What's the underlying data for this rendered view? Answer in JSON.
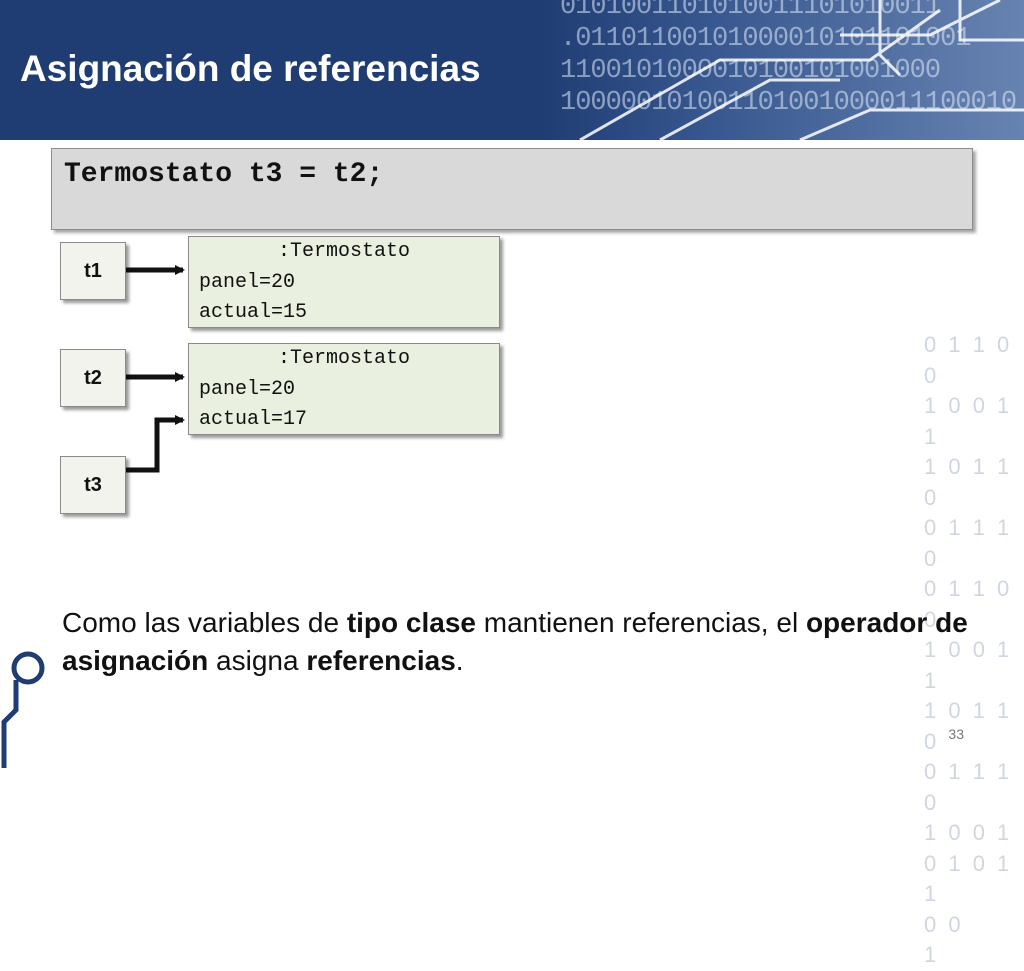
{
  "slide": {
    "title": "Asignación de referencias",
    "page_number": "33"
  },
  "header_binary": [
    "0101001101010011101010011",
    ".01101100101000010101101001",
    "1100101000010100101001000",
    "100000101001101001000011100010"
  ],
  "code": {
    "line": "Termostato t3 = t2;"
  },
  "variables": {
    "t1": "t1",
    "t2": "t2",
    "t3": "t3"
  },
  "objects": [
    {
      "class_label": ":Termostato",
      "field1": "panel=20",
      "field2": "actual=15"
    },
    {
      "class_label": ":Termostato",
      "field1": "panel=20",
      "field2": "actual=17"
    }
  ],
  "side_binary": [
    "0 1 1 0 0",
    "1 0 0 1 1",
    "1 0 1 1 0",
    "0 1 1 1 0",
    "0 1 1 0 0",
    "1 0 0 1 1",
    "1 0 1 1 0",
    "0 1 1 1 0",
    "1 0 0 1",
    "0 1 0 1 1",
    "0   0",
    "1"
  ],
  "body": {
    "part1": "Como las variables de ",
    "bold1": "tipo clase",
    "part2": " mantienen referencias, el ",
    "bold2": "operador de asignación",
    "part3": " asigna ",
    "bold3": "referencias",
    "part4": "."
  },
  "colors": {
    "header_bg": "#1f3d73",
    "code_bg": "#d9d9d9",
    "object_bg": "#eaf0df"
  }
}
